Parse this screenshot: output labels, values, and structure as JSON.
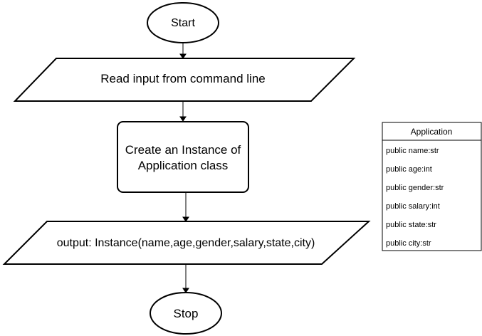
{
  "flowchart": {
    "start": "Start",
    "read_input": "Read input from command line",
    "create_instance": [
      "Create an Instance of",
      "Application class"
    ],
    "output": "output: Instance(name,age,gender,salary,state,city)",
    "stop": "Stop"
  },
  "class_box": {
    "title": "Application",
    "attributes": [
      "public name:str",
      "public age:int",
      "public gender:str",
      "public salary:int",
      "public state:str",
      "public city:str"
    ]
  }
}
